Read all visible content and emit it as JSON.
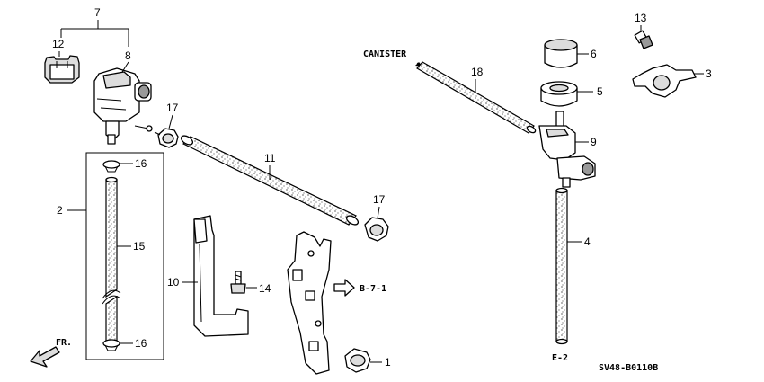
{
  "labels": {
    "canister": "CANISTER",
    "ref_b71": "B-7-1",
    "ref_e2": "E-2",
    "diagram_code": "SV48-B0110B",
    "front": "FR."
  },
  "callouts": {
    "p1": "1",
    "p2": "2",
    "p3": "3",
    "p4": "4",
    "p5": "5",
    "p6": "6",
    "p7": "7",
    "p8": "8",
    "p9": "9",
    "p10": "10",
    "p11": "11",
    "p12": "12",
    "p13": "13",
    "p14": "14",
    "p15": "15",
    "p16a": "16",
    "p16b": "16",
    "p17a": "17",
    "p17b": "17",
    "p18": "18"
  }
}
